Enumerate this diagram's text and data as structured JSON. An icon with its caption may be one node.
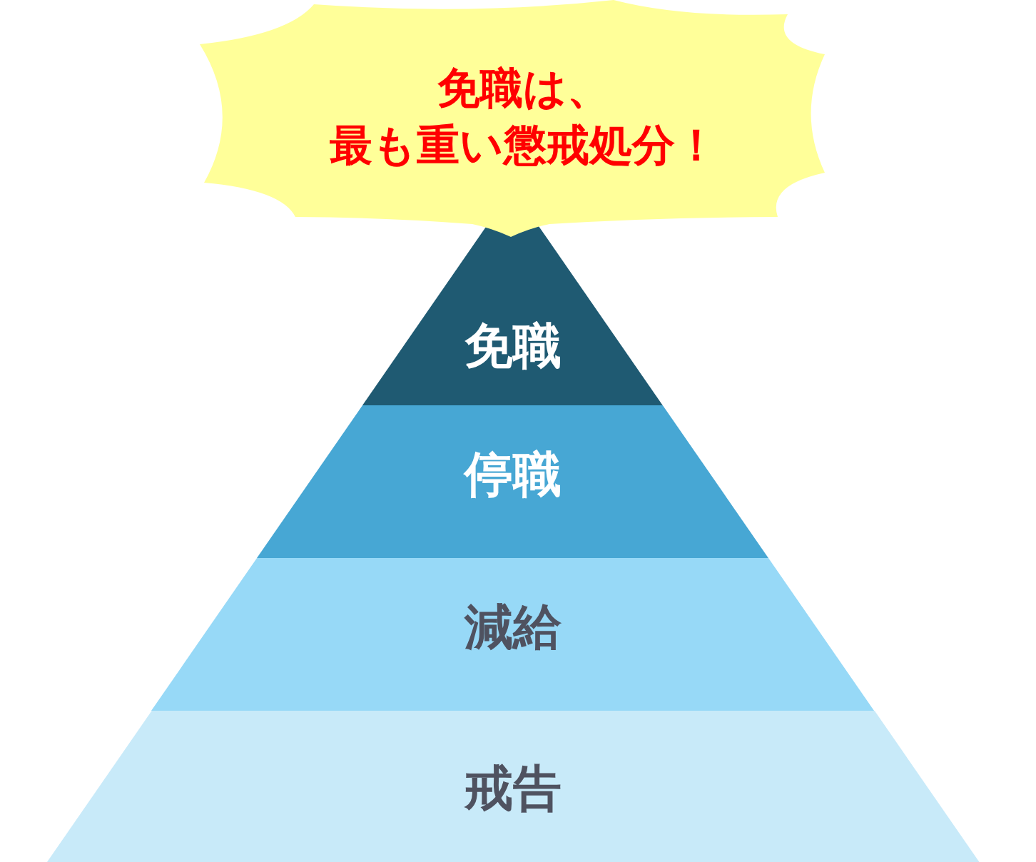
{
  "diagram": {
    "nodes": [
      {
        "text": [
          "免職は、最も重い懲戒処分！"
        ]
      },
      {
        "text": [
          "免職"
        ]
      },
      {
        "text": [
          "停職"
        ]
      },
      {
        "text": [
          "減給"
        ]
      },
      {
        "text": [
          "戒告"
        ]
      }
    ]
  }
}
